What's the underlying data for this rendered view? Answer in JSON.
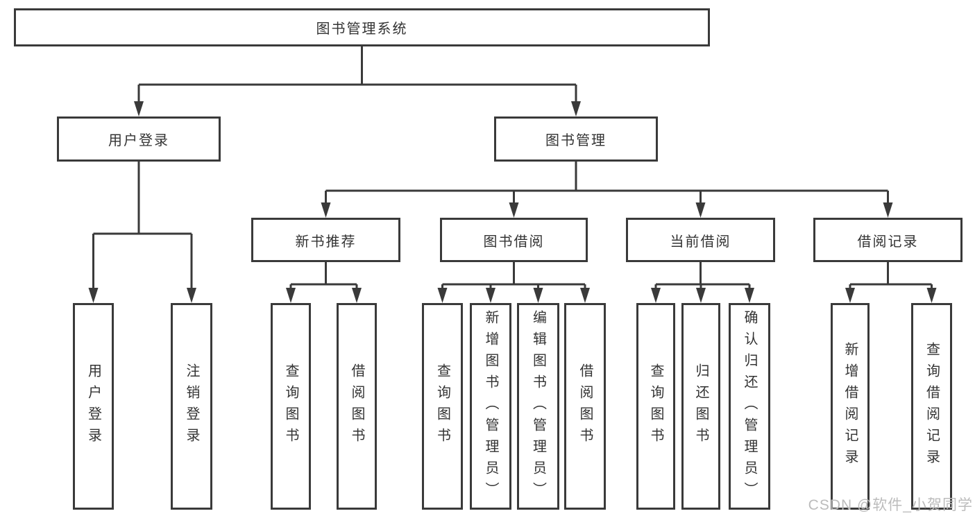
{
  "tree": {
    "root": {
      "label": "图书管理系统"
    },
    "branches": [
      {
        "label": "用户登录",
        "children": [
          {
            "label": "用户登录"
          },
          {
            "label": "注销登录"
          }
        ]
      },
      {
        "label": "图书管理",
        "groups": [
          {
            "label": "新书推荐",
            "children": [
              {
                "label": "查询图书"
              },
              {
                "label": "借阅图书"
              }
            ]
          },
          {
            "label": "图书借阅",
            "children": [
              {
                "label": "查询图书"
              },
              {
                "label": "新增图书（管理员）"
              },
              {
                "label": "编辑图书（管理员）"
              },
              {
                "label": "借阅图书"
              }
            ]
          },
          {
            "label": "当前借阅",
            "children": [
              {
                "label": "查询图书"
              },
              {
                "label": "归还图书"
              },
              {
                "label": "确认归还（管理员）"
              }
            ]
          },
          {
            "label": "借阅记录",
            "children": [
              {
                "label": "新增借阅记录"
              },
              {
                "label": "查询借阅记录"
              }
            ]
          }
        ]
      }
    ]
  },
  "watermark": "CSDN @软件_小贺同学",
  "colors": {
    "line": "#3a3a3a",
    "text": "#333333",
    "watermark": "#bcbcbc",
    "background": "#ffffff"
  }
}
